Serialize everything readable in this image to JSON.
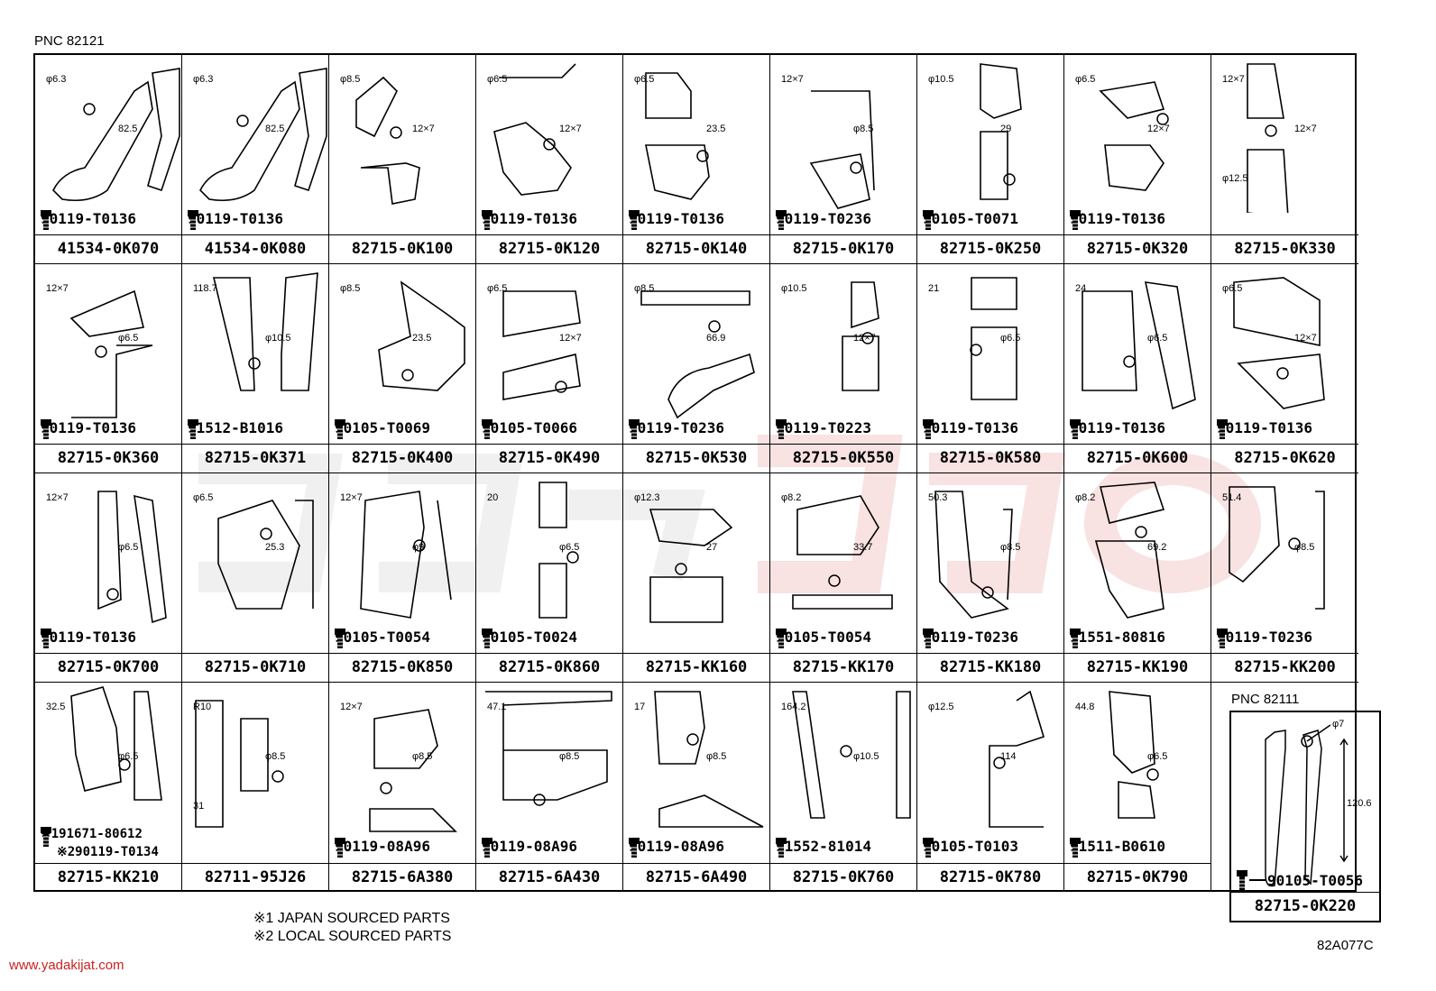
{
  "header": {
    "pnc": "PNC 82121"
  },
  "cells": [
    {
      "bolt": "90119-T0136",
      "part": "41534-0K070",
      "dims": [
        "φ6.3",
        "82.5"
      ]
    },
    {
      "bolt": "90119-T0136",
      "part": "41534-0K080",
      "dims": [
        "φ6.3",
        "82.5"
      ]
    },
    {
      "bolt": "",
      "part": "82715-0K100",
      "dims": [
        "φ8.5",
        "12×7"
      ]
    },
    {
      "bolt": "90119-T0136",
      "part": "82715-0K120",
      "dims": [
        "φ6.5",
        "12×7"
      ]
    },
    {
      "bolt": "90119-T0136",
      "part": "82715-0K140",
      "dims": [
        "φ6.5",
        "23.5"
      ]
    },
    {
      "bolt": "90119-T0236",
      "part": "82715-0K170",
      "dims": [
        "12×7",
        "φ8.5"
      ]
    },
    {
      "bolt": "90105-T0071",
      "part": "82715-0K250",
      "dims": [
        "φ10.5",
        "29"
      ]
    },
    {
      "bolt": "90119-T0136",
      "part": "82715-0K320",
      "dims": [
        "φ6.5",
        "12×7"
      ]
    },
    {
      "bolt": "",
      "part": "82715-0K330",
      "dims": [
        "12×7",
        "12×7",
        "φ12.5"
      ]
    },
    {
      "bolt": "90119-T0136",
      "part": "82715-0K360",
      "dims": [
        "12×7",
        "φ6.5"
      ]
    },
    {
      "bolt": "91512-B1016",
      "part": "82715-0K371",
      "dims": [
        "118.7",
        "φ10.5"
      ]
    },
    {
      "bolt": "90105-T0069",
      "part": "82715-0K400",
      "dims": [
        "φ8.5",
        "23.5"
      ]
    },
    {
      "bolt": "90105-T0066",
      "part": "82715-0K490",
      "dims": [
        "φ6.5",
        "12×7"
      ]
    },
    {
      "bolt": "90119-T0236",
      "part": "82715-0K530",
      "dims": [
        "φ8.5",
        "66.9"
      ]
    },
    {
      "bolt": "90119-T0223",
      "part": "82715-0K550",
      "dims": [
        "φ10.5",
        "12×7"
      ]
    },
    {
      "bolt": "90119-T0136",
      "part": "82715-0K580",
      "dims": [
        "21",
        "φ6.5"
      ]
    },
    {
      "bolt": "90119-T0136",
      "part": "82715-0K600",
      "dims": [
        "24",
        "φ6.5"
      ]
    },
    {
      "bolt": "90119-T0136",
      "part": "82715-0K620",
      "dims": [
        "φ6.5",
        "12×7"
      ]
    },
    {
      "bolt": "90119-T0136",
      "part": "82715-0K700",
      "dims": [
        "12×7",
        "φ6.5"
      ]
    },
    {
      "bolt": "",
      "part": "82715-0K710",
      "dims": [
        "φ6.5",
        "25.3"
      ]
    },
    {
      "bolt": "90105-T0054",
      "part": "82715-0K850",
      "dims": [
        "12×7",
        "φ9"
      ]
    },
    {
      "bolt": "90105-T0024",
      "part": "82715-0K860",
      "dims": [
        "20",
        "φ6.5"
      ]
    },
    {
      "bolt": "",
      "part": "82715-KK160",
      "dims": [
        "φ12.3",
        "27"
      ]
    },
    {
      "bolt": "90105-T0054",
      "part": "82715-KK170",
      "dims": [
        "φ8.2",
        "33.7"
      ]
    },
    {
      "bolt": "90119-T0236",
      "part": "82715-KK180",
      "dims": [
        "50.3",
        "φ8.5"
      ]
    },
    {
      "bolt": "91551-80816",
      "part": "82715-KK190",
      "dims": [
        "φ8.2",
        "69.2"
      ]
    },
    {
      "bolt": "90119-T0236",
      "part": "82715-KK200",
      "dims": [
        "51.4",
        "φ8.5"
      ]
    },
    {
      "bolt": "※191671-80612",
      "bolt2": "※290119-T0134",
      "part": "82715-KK210",
      "dims": [
        "32.5",
        "φ6.5"
      ]
    },
    {
      "bolt": "",
      "part": "82711-95J26",
      "dims": [
        "R10",
        "φ8.5",
        "31"
      ]
    },
    {
      "bolt": "90119-08A96",
      "part": "82715-6A380",
      "dims": [
        "12×7",
        "φ8.5"
      ]
    },
    {
      "bolt": "90119-08A96",
      "part": "82715-6A430",
      "dims": [
        "47.1",
        "φ8.5"
      ]
    },
    {
      "bolt": "90119-08A96",
      "part": "82715-6A490",
      "dims": [
        "17",
        "φ8.5"
      ]
    },
    {
      "bolt": "91552-81014",
      "part": "82715-0K760",
      "dims": [
        "164.2",
        "φ10.5"
      ]
    },
    {
      "bolt": "90105-T0103",
      "part": "82715-0K780",
      "dims": [
        "φ12.5",
        "114"
      ]
    },
    {
      "bolt": "91511-B0610",
      "part": "82715-0K790",
      "dims": [
        "44.8",
        "φ6.5"
      ]
    }
  ],
  "extra": {
    "pnc": "PNC 82111",
    "bolt": "90105-T0056",
    "part": "82715-0K220",
    "dims": [
      "φ7",
      "120.6"
    ]
  },
  "notes": [
    "※1 JAPAN SOURCED PARTS",
    "※2 LOCAL SOURCED PARTS"
  ],
  "footer": {
    "website": "www.yadakijat.com",
    "code": "82A077C"
  },
  "colors": {
    "watermark": "#e0a0a0",
    "website": "#cc2222"
  }
}
